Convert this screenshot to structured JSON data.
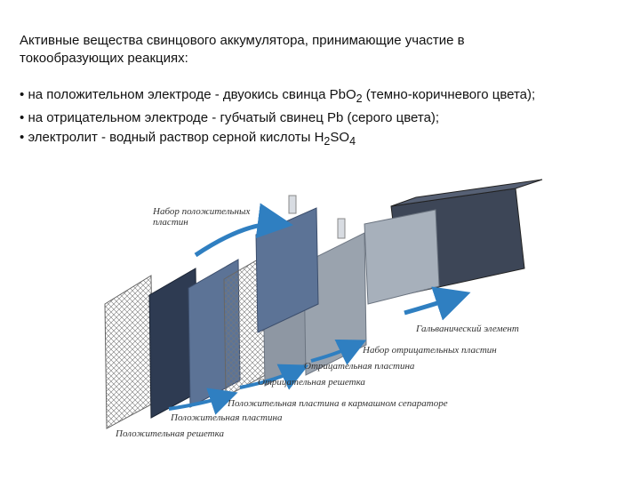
{
  "intro": {
    "line1": "Активные вещества свинцового аккумулятора, принимающие участие в",
    "line2": "токообразующих реакциях:"
  },
  "bullets": [
    {
      "bullet": "•",
      "pre": "на положительном электроде - двуокись свинца PbO",
      "sub": "2",
      "post": " (темно-коричневого цвета);"
    },
    {
      "bullet": "•",
      "pre": "на отрицательном электроде - губчатый свинец Pb (серого цвета);"
    },
    {
      "bullet": "•",
      "pre": "электролит - водный раствор серной кислоты H",
      "sub": "2",
      "mid": "SO",
      "sub2": "4"
    }
  ],
  "figure": {
    "labels": {
      "positive_set_1": "Набор положительных",
      "positive_set_2": "пластин",
      "cell": "Гальванический элемент",
      "negative_set": "Набор отрицательных пластин",
      "negative_plate": "Отрицательная пластина",
      "negative_grid": "Отрицательная решетка",
      "positive_plate_sep": "Положительная пластина в кармашном сепараторе",
      "positive_plate": "Положительная пластина",
      "positive_grid": "Положительная решетка"
    },
    "colors": {
      "arrow": "#2f7fc1",
      "dark_plate": "#2e3b52",
      "blue_plate": "#5c7396",
      "grey_plate": "#8e97a3",
      "case": "#3d4657"
    }
  }
}
